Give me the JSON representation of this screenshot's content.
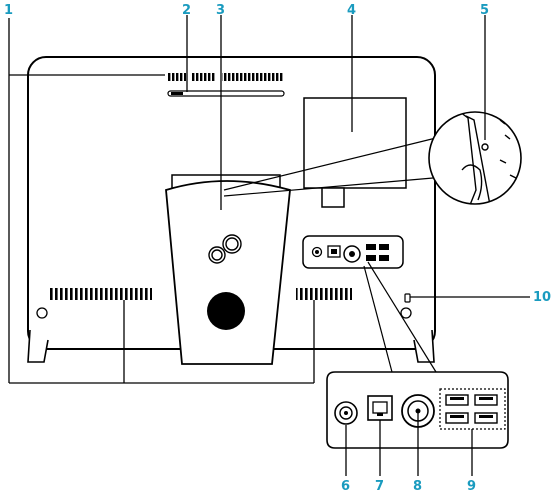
{
  "colors": {
    "callout": "#1a9bbf",
    "outline": "#000000",
    "device_fill": "#ffffff",
    "panel_fill": "#f7f7f7"
  },
  "callouts": {
    "c1": "1",
    "c2": "2",
    "c3": "3",
    "c4": "4",
    "c5": "5",
    "c6": "6",
    "c7": "7",
    "c8": "8",
    "c9": "9",
    "c10": "10"
  }
}
